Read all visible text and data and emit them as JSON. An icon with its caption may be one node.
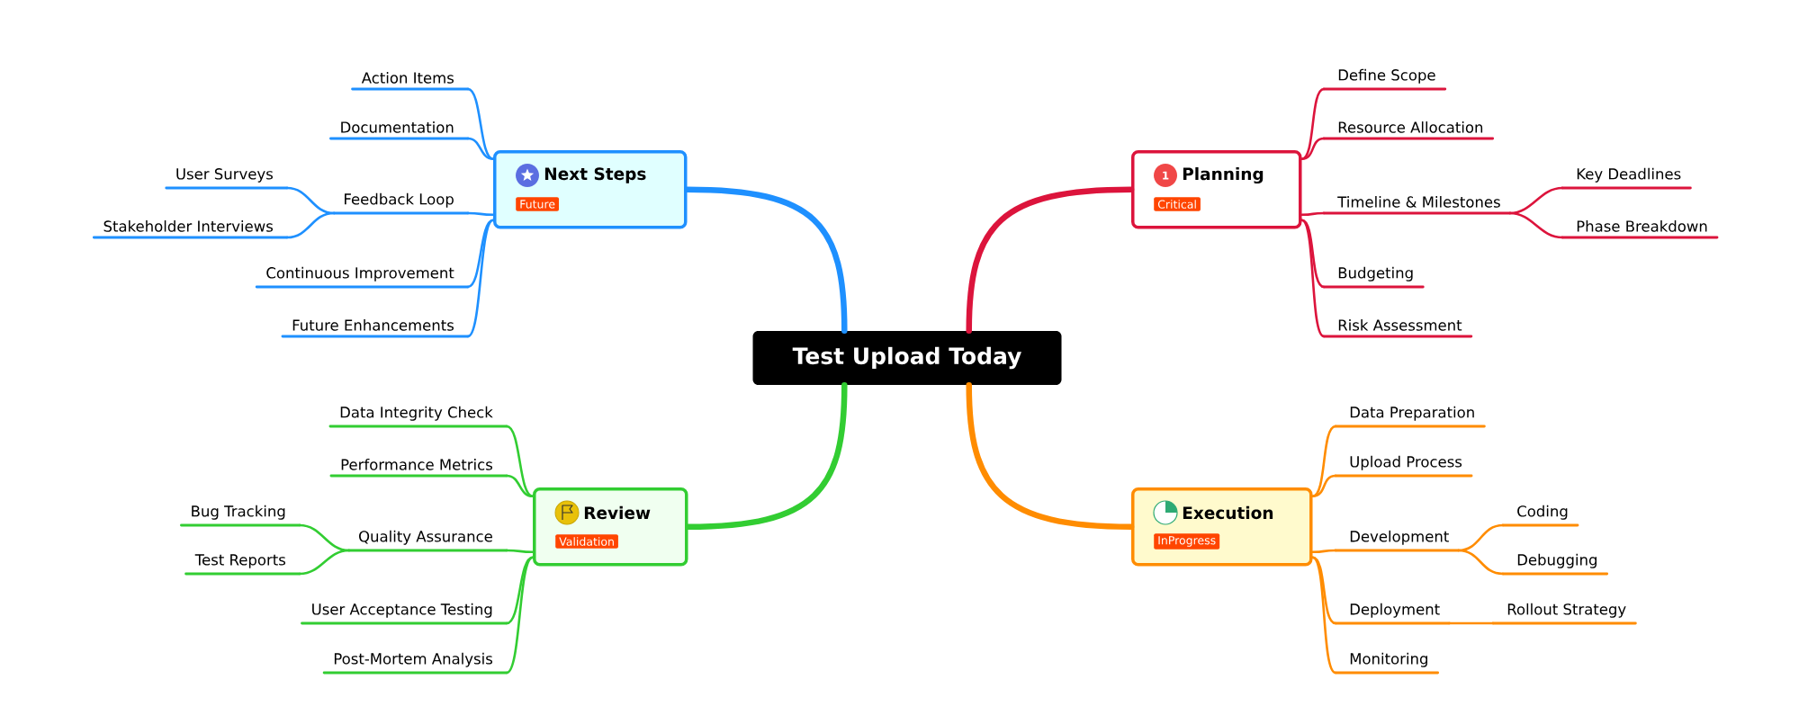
{
  "diagram": {
    "nodes": [
      {
        "text": [
          "Test Upload Today"
        ]
      },
      {
        "text": [
          "1",
          "Planning",
          "Critical"
        ]
      },
      {
        "text": [
          "Define Scope"
        ]
      },
      {
        "text": [
          "Resource Allocation"
        ]
      },
      {
        "text": [
          "Timeline & Milestones"
        ]
      },
      {
        "text": [
          "Key Deadlines"
        ]
      },
      {
        "text": [
          "Phase Breakdown"
        ]
      },
      {
        "text": [
          "Budgeting"
        ]
      },
      {
        "text": [
          "Risk Assessment"
        ]
      },
      {
        "text": [
          "Execution",
          "InProgress"
        ]
      },
      {
        "text": [
          "Data Preparation"
        ]
      },
      {
        "text": [
          "Upload Process"
        ]
      },
      {
        "text": [
          "Development"
        ]
      },
      {
        "text": [
          "Coding"
        ]
      },
      {
        "text": [
          "Debugging"
        ]
      },
      {
        "text": [
          "Deployment"
        ]
      },
      {
        "text": [
          "Rollout Strategy"
        ]
      },
      {
        "text": [
          "Monitoring"
        ]
      },
      {
        "text": [
          "Review",
          "Validation"
        ]
      },
      {
        "text": [
          "Data Integrity Check"
        ]
      },
      {
        "text": [
          "Performance Metrics"
        ]
      },
      {
        "text": [
          "Quality Assurance"
        ]
      },
      {
        "text": [
          "Bug Tracking"
        ]
      },
      {
        "text": [
          "Test Reports"
        ]
      },
      {
        "text": [
          "User Acceptance Testing"
        ]
      },
      {
        "text": [
          "Post-Mortem Analysis"
        ]
      },
      {
        "text": [
          "Next Steps",
          "Future"
        ]
      },
      {
        "text": [
          "Action Items"
        ]
      },
      {
        "text": [
          "Documentation"
        ]
      },
      {
        "text": [
          "Feedback Loop"
        ]
      },
      {
        "text": [
          "User Surveys"
        ]
      },
      {
        "text": [
          "Stakeholder Interviews"
        ]
      },
      {
        "text": [
          "Continuous Improvement"
        ]
      },
      {
        "text": [
          "Future Enhancements"
        ]
      }
    ],
    "edges": [
      {
        "from": 0,
        "to": 1,
        "arrow": "none",
        "style": "thick",
        "color": "#dc143c"
      },
      {
        "from": 1,
        "to": 2,
        "arrow": "none",
        "color": "#dc143c"
      },
      {
        "from": 1,
        "to": 3,
        "arrow": "none",
        "color": "#dc143c"
      },
      {
        "from": 1,
        "to": 4,
        "arrow": "none",
        "color": "#dc143c"
      },
      {
        "from": 4,
        "to": 5,
        "arrow": "none",
        "color": "#dc143c"
      },
      {
        "from": 4,
        "to": 6,
        "arrow": "none",
        "color": "#dc143c"
      },
      {
        "from": 1,
        "to": 7,
        "arrow": "none",
        "color": "#dc143c"
      },
      {
        "from": 1,
        "to": 8,
        "arrow": "none",
        "color": "#dc143c"
      },
      {
        "from": 0,
        "to": 9,
        "arrow": "none",
        "style": "thick",
        "color": "#ff8c00"
      },
      {
        "from": 9,
        "to": 10,
        "arrow": "none",
        "color": "#ff8c00"
      },
      {
        "from": 9,
        "to": 11,
        "arrow": "none",
        "color": "#ff8c00"
      },
      {
        "from": 9,
        "to": 12,
        "arrow": "none",
        "color": "#ff8c00"
      },
      {
        "from": 12,
        "to": 13,
        "arrow": "none",
        "color": "#ff8c00"
      },
      {
        "from": 12,
        "to": 14,
        "arrow": "none",
        "color": "#ff8c00"
      },
      {
        "from": 9,
        "to": 15,
        "arrow": "none",
        "color": "#ff8c00"
      },
      {
        "from": 15,
        "to": 16,
        "arrow": "none",
        "color": "#ff8c00"
      },
      {
        "from": 9,
        "to": 17,
        "arrow": "none",
        "color": "#ff8c00"
      },
      {
        "from": 0,
        "to": 18,
        "arrow": "none",
        "style": "thick",
        "color": "#32cd32"
      },
      {
        "from": 18,
        "to": 19,
        "arrow": "none",
        "color": "#32cd32"
      },
      {
        "from": 18,
        "to": 20,
        "arrow": "none",
        "color": "#32cd32"
      },
      {
        "from": 18,
        "to": 21,
        "arrow": "none",
        "color": "#32cd32"
      },
      {
        "from": 21,
        "to": 22,
        "arrow": "none",
        "color": "#32cd32"
      },
      {
        "from": 21,
        "to": 23,
        "arrow": "none",
        "color": "#32cd32"
      },
      {
        "from": 18,
        "to": 24,
        "arrow": "none",
        "color": "#32cd32"
      },
      {
        "from": 18,
        "to": 25,
        "arrow": "none",
        "color": "#32cd32"
      },
      {
        "from": 0,
        "to": 26,
        "arrow": "none",
        "style": "thick",
        "color": "#1e90ff"
      },
      {
        "from": 26,
        "to": 27,
        "arrow": "none",
        "color": "#1e90ff"
      },
      {
        "from": 26,
        "to": 28,
        "arrow": "none",
        "color": "#1e90ff"
      },
      {
        "from": 26,
        "to": 29,
        "arrow": "none",
        "color": "#1e90ff"
      },
      {
        "from": 29,
        "to": 30,
        "arrow": "none",
        "color": "#1e90ff"
      },
      {
        "from": 29,
        "to": 31,
        "arrow": "none",
        "color": "#1e90ff"
      },
      {
        "from": 26,
        "to": 32,
        "arrow": "none",
        "color": "#1e90ff"
      },
      {
        "from": 26,
        "to": 33,
        "arrow": "none",
        "color": "#1e90ff"
      }
    ]
  }
}
